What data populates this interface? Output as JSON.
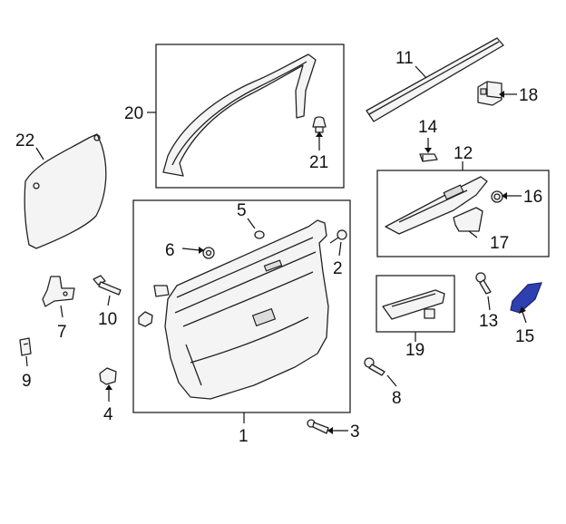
{
  "callouts": [
    {
      "id": "c1",
      "text": "1"
    },
    {
      "id": "c2",
      "text": "2"
    },
    {
      "id": "c3",
      "text": "3"
    },
    {
      "id": "c4",
      "text": "4"
    },
    {
      "id": "c5",
      "text": "5"
    },
    {
      "id": "c6",
      "text": "6"
    },
    {
      "id": "c7",
      "text": "7"
    },
    {
      "id": "c8",
      "text": "8"
    },
    {
      "id": "c9",
      "text": "9"
    },
    {
      "id": "c10",
      "text": "10"
    },
    {
      "id": "c11",
      "text": "11"
    },
    {
      "id": "c12",
      "text": "12"
    },
    {
      "id": "c13",
      "text": "13"
    },
    {
      "id": "c14",
      "text": "14"
    },
    {
      "id": "c15",
      "text": "15"
    },
    {
      "id": "c16",
      "text": "16"
    },
    {
      "id": "c17",
      "text": "17"
    },
    {
      "id": "c18",
      "text": "18"
    },
    {
      "id": "c19",
      "text": "19"
    },
    {
      "id": "c20",
      "text": "20"
    },
    {
      "id": "c21",
      "text": "21"
    },
    {
      "id": "c22",
      "text": "22"
    }
  ],
  "colors": {
    "highlight_part": "#2e3fb0",
    "line": "#222222",
    "background": "#ffffff"
  },
  "highlighted_part": "15"
}
